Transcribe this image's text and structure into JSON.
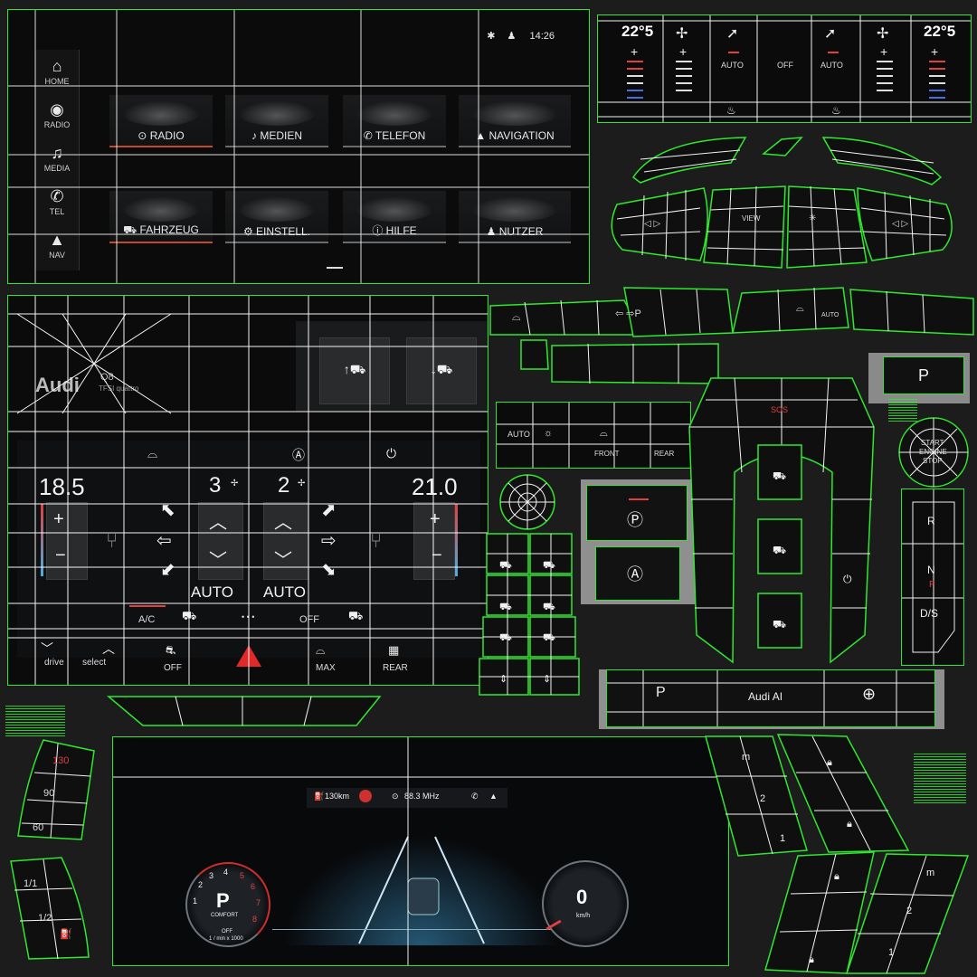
{
  "mmi": {
    "status_time": "14:26",
    "sidebar": [
      {
        "label": "HOME",
        "icon": "home-icon"
      },
      {
        "label": "RADIO",
        "icon": "radio-icon"
      },
      {
        "label": "MEDIA",
        "icon": "music-icon"
      },
      {
        "label": "TEL",
        "icon": "phone-icon"
      },
      {
        "label": "NAV",
        "icon": "navigation-icon"
      }
    ],
    "tiles": [
      {
        "label": "RADIO"
      },
      {
        "label": "MEDIEN"
      },
      {
        "label": "TELEFON"
      },
      {
        "label": "NAVIGATION"
      },
      {
        "label": "FAHRZEUG"
      },
      {
        "label": "EINSTELL."
      },
      {
        "label": "HILFE"
      },
      {
        "label": "NUTZER"
      }
    ]
  },
  "upper_climate": {
    "left_temp": "22°5",
    "right_temp": "22°5",
    "auto_left": "AUTO",
    "off": "OFF",
    "auto_right": "AUTO"
  },
  "brand": {
    "logo": "Audi",
    "model": "Q8",
    "sub": "TFSI quattro"
  },
  "lower_climate": {
    "left_temp": "18.5",
    "right_temp": "21.0",
    "fan_left": "3",
    "fan_right": "2",
    "auto_left": "AUTO",
    "auto_right": "AUTO",
    "ac": "A/C",
    "dots": "• • •",
    "off": "OFF",
    "bottom": [
      {
        "label": "drive"
      },
      {
        "label": "select"
      },
      {
        "label": "OFF"
      },
      {
        "label": ""
      },
      {
        "label": "MAX"
      },
      {
        "label": "REAR"
      }
    ]
  },
  "console": {
    "defrost_labels": {
      "auto": "AUTO",
      "front": "FRONT",
      "rear": "REAR"
    },
    "sos": "SOS",
    "start_stop": [
      "START",
      "ENGINE",
      "STOP"
    ],
    "gear": [
      "R",
      "N",
      "P",
      "D/S"
    ],
    "plate": {
      "p": "P",
      "ai": "Audi AI"
    },
    "p_key": "P",
    "stalk": "AUTO"
  },
  "cluster": {
    "range": "130km",
    "radio": "88.3 MHz",
    "gear": "P",
    "mode": "COMFORT",
    "eco": "OFF",
    "rpm_unit": "1 / min x 1000",
    "speed": "0",
    "speed_unit": "km/h",
    "left_gauge": [
      "130",
      "90",
      "60"
    ],
    "fuel_marks": [
      "1/1",
      "1/2"
    ],
    "tach_marks": [
      "1",
      "2",
      "3",
      "4",
      "5",
      "6",
      "7",
      "8"
    ]
  },
  "gear_tiles": [
    "m",
    "2",
    "1",
    "m",
    "2",
    "1"
  ],
  "colors": {
    "wire": "#2ee82e",
    "accent": "#e04040",
    "blue": "#4a6ee0"
  }
}
